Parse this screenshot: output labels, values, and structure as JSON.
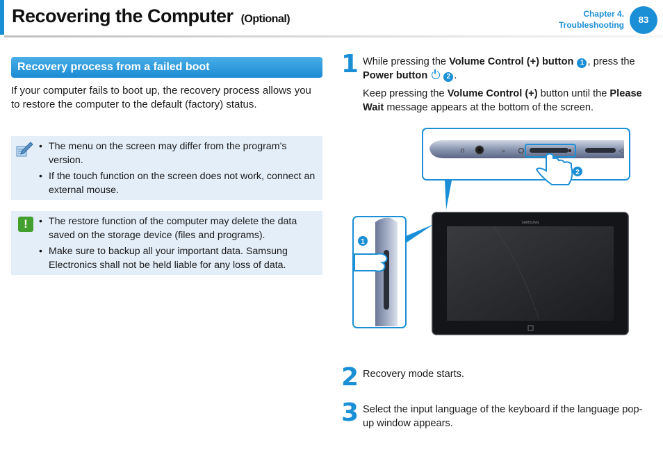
{
  "header": {
    "title": "Recovering the Computer",
    "title_suffix": "(Optional)",
    "chapter": "Chapter 4.",
    "chapter_name": "Troubleshooting",
    "page_number": "83"
  },
  "section": {
    "heading": "Recovery process from a failed boot",
    "intro": "If your computer fails to boot up, the recovery process allows you to restore the computer to the default (factory) status."
  },
  "note": {
    "icon": "note-pencil-icon",
    "items": [
      "The menu on the screen may differ from the program’s version.",
      "If the touch function on the screen does not work, connect an external mouse."
    ]
  },
  "warning": {
    "icon": "exclamation-icon",
    "mark": "!",
    "items": [
      "The restore function of the computer may delete the data saved on the storage device (files and programs).",
      "Make sure to backup all your important data. Samsung Electronics shall not be held liable for any loss of data."
    ]
  },
  "steps": [
    {
      "number": "1",
      "part1_pre": "While pressing the ",
      "part1_bold1": "Volume Control (+) button",
      "part1_mark1": "1",
      "part1_mid": ", press the ",
      "part1_bold2": "Power button",
      "part1_mark2": "2",
      "part1_end": ".",
      "part2_pre": "Keep pressing the ",
      "part2_bold1": "Volume Control (+)",
      "part2_mid": " button until the ",
      "part2_bold2": "Please Wait",
      "part2_end": " message appears at the bottom of the screen."
    },
    {
      "number": "2",
      "text": "Recovery mode starts."
    },
    {
      "number": "3",
      "text": "Select the input language of the keyboard if the language pop-up window appears."
    }
  ],
  "illustration": {
    "brand": "SAMSUNG",
    "marker1": "1",
    "marker2": "2",
    "accent": "#1a8fd6"
  }
}
